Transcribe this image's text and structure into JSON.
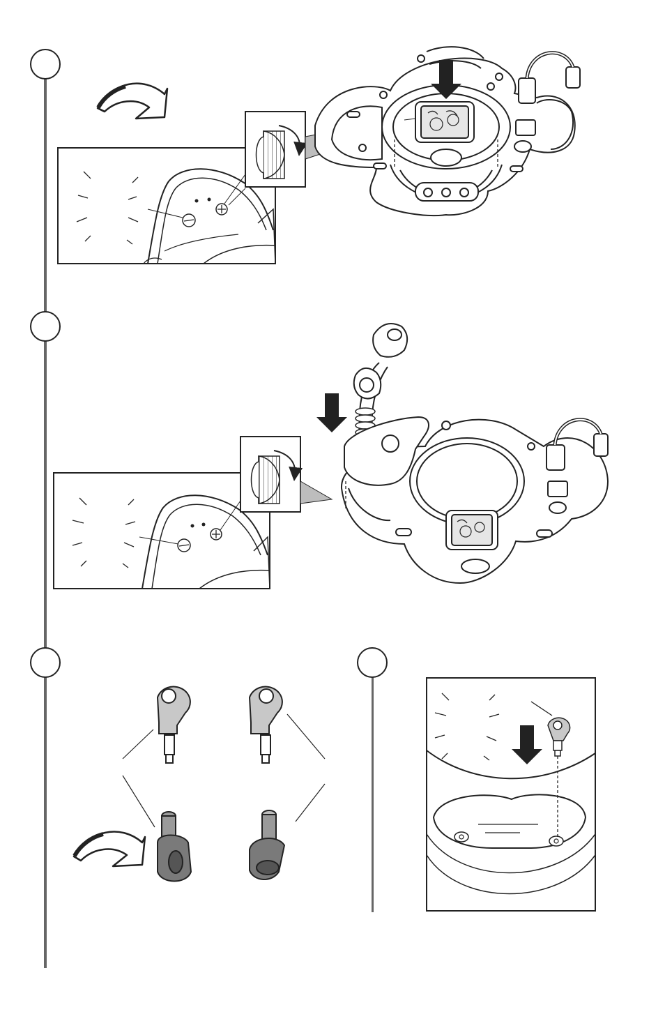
{
  "page": {
    "steps": [
      {
        "number": ""
      },
      {
        "number": ""
      },
      {
        "number": ""
      },
      {
        "number": ""
      }
    ]
  },
  "colors": {
    "line": "#222222",
    "rail": "#666666",
    "shade": "#bdbdbd",
    "dark_shade": "#7a7a7a",
    "paper": "#ffffff"
  },
  "illustrations": [
    "turn-over-arrow-icon",
    "locking-knob-detail",
    "saucer-base-with-seat",
    "toy-station-insert",
    "stabilizer-pins",
    "pin-insertion-detail"
  ]
}
